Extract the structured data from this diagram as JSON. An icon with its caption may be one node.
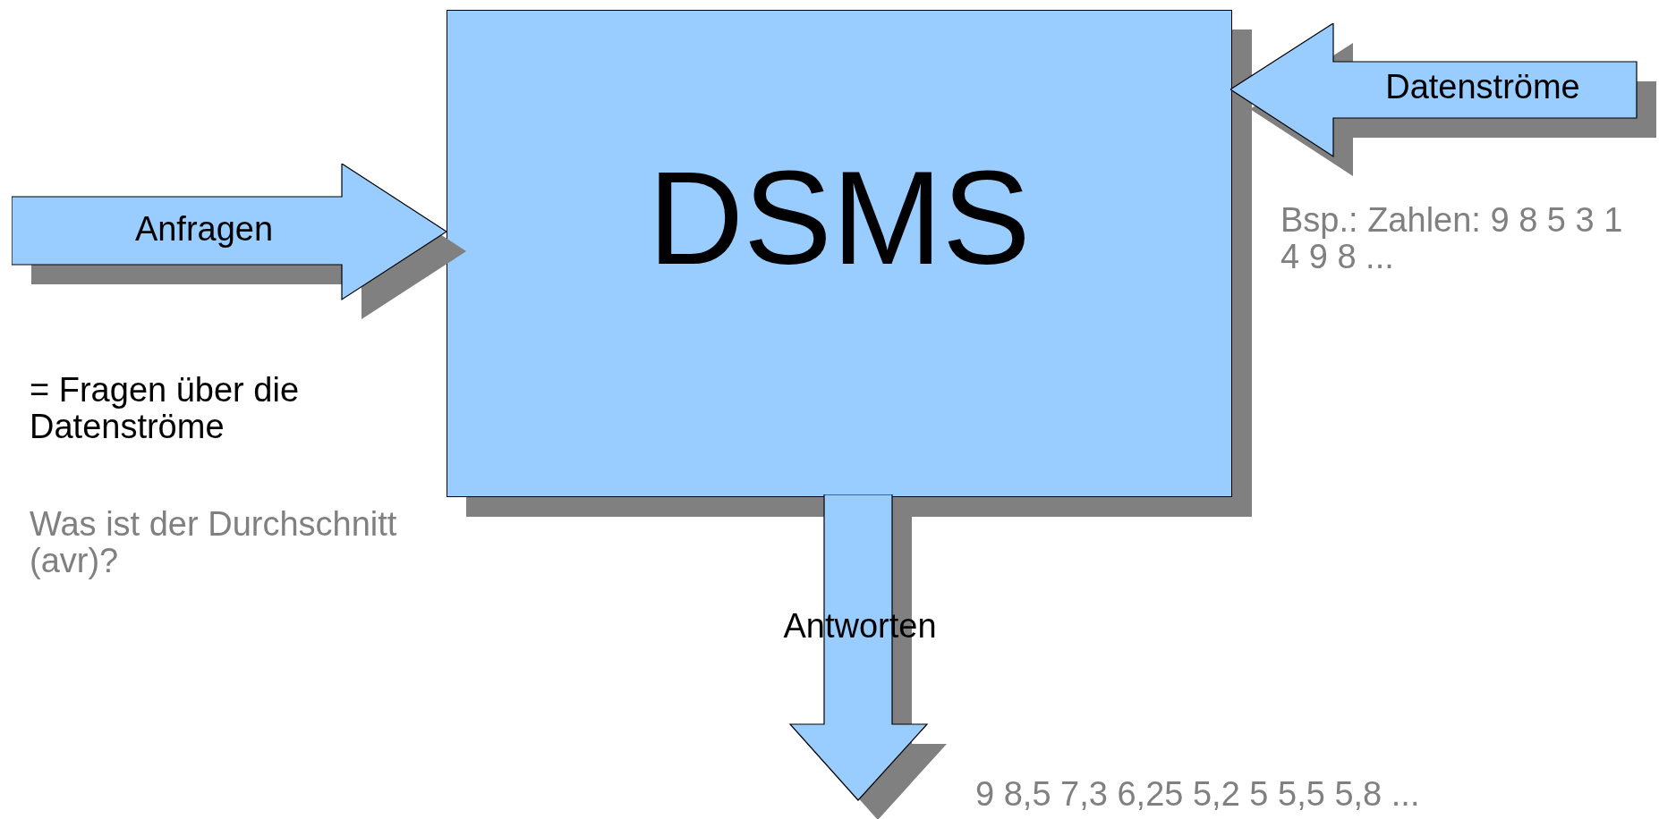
{
  "diagram": {
    "nodes": [
      {
        "text": [
          "DSMS"
        ]
      },
      {
        "text": [
          "Anfragen"
        ]
      },
      {
        "text": [
          "Datenströme"
        ]
      },
      {
        "text": [
          "Antworten"
        ]
      }
    ],
    "labels": [
      "= Fragen über die Datenströme",
      "Was ist der Durchschnitt (avr)?",
      "Bsp.: Zahlen: 9 8 5 3 1 4 9 8 ...",
      "9 8,5 7,3 6,25 5,2 5 5,5 5,8 ..."
    ]
  }
}
